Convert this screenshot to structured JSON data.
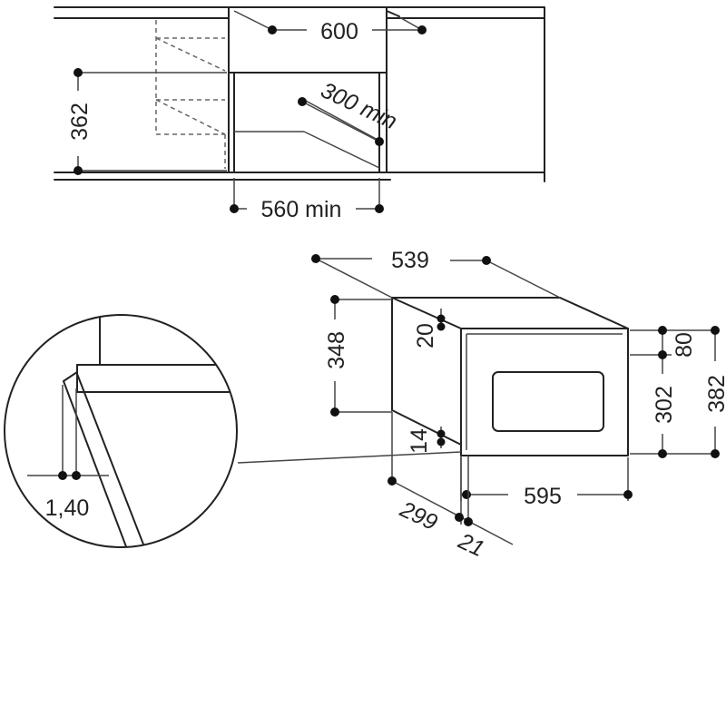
{
  "dimensions": {
    "top_width": "600",
    "top_height": "362",
    "top_depth": "300 min",
    "top_opening_width": "560 min",
    "oven_depth": "539",
    "oven_side_height": "348",
    "oven_top_gap": "20",
    "oven_bottom_gap": "14",
    "oven_upper_band": "80",
    "oven_window_height": "302",
    "oven_total_height": "382",
    "oven_width": "595",
    "oven_foot_depth": "299",
    "oven_front_depth": "21",
    "detail_thickness": "1,40"
  }
}
